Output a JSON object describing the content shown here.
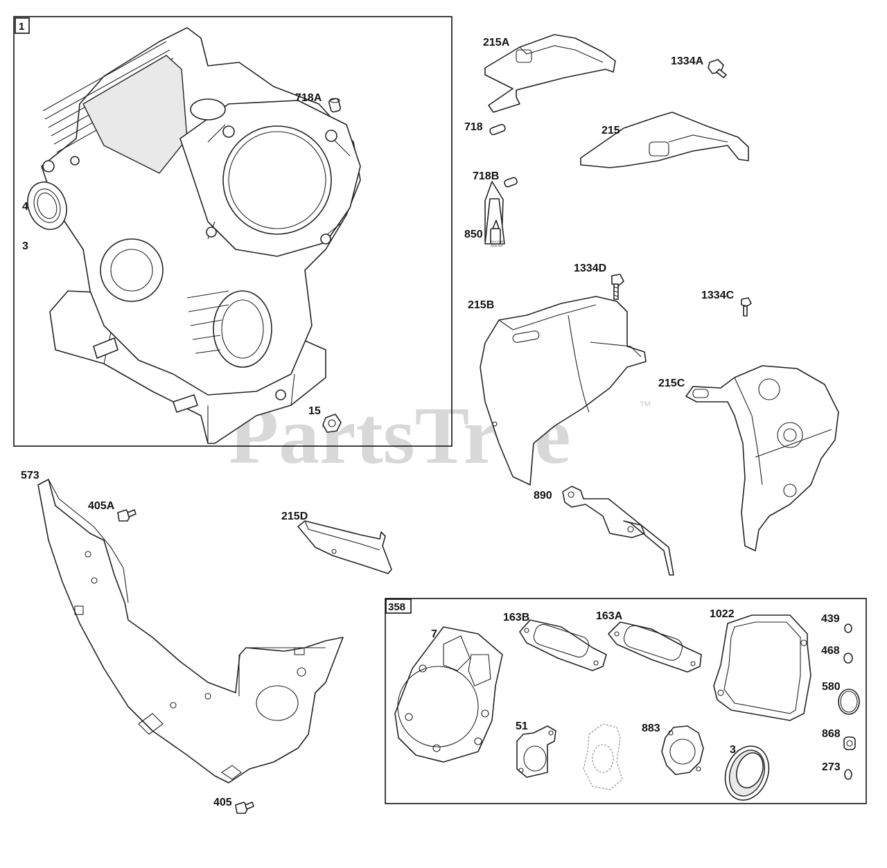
{
  "watermark": {
    "text": "PartsTree",
    "trademark": "™"
  },
  "boxes": {
    "engine_block_box": "1",
    "gasket_kit_box": "358"
  },
  "callouts": {
    "p718A": "718A",
    "p439": "439",
    "p3": "3",
    "p15": "15",
    "p215A": "215A",
    "p1334A": "1334A",
    "p718": "718",
    "p215": "215",
    "p718B": "718B",
    "p850": "850",
    "p1334D": "1334D",
    "p1334C": "1334C",
    "p215B": "215B",
    "p215C": "215C",
    "p890": "890",
    "p573": "573",
    "p405A": "405A",
    "p215D": "215D",
    "p405": "405",
    "k7": "7",
    "k163B": "163B",
    "k163A": "163A",
    "k1022": "1022",
    "k439": "439",
    "k468": "468",
    "k580": "580",
    "k868": "868",
    "k273": "273",
    "k51": "51",
    "k883": "883",
    "k3": "3"
  },
  "sealant_tube_text": {
    "line1": "SILICONE",
    "line2": "SEALANT"
  },
  "colors": {
    "line": "#222222",
    "watermark": "#b9b9b9",
    "background": "#ffffff"
  }
}
